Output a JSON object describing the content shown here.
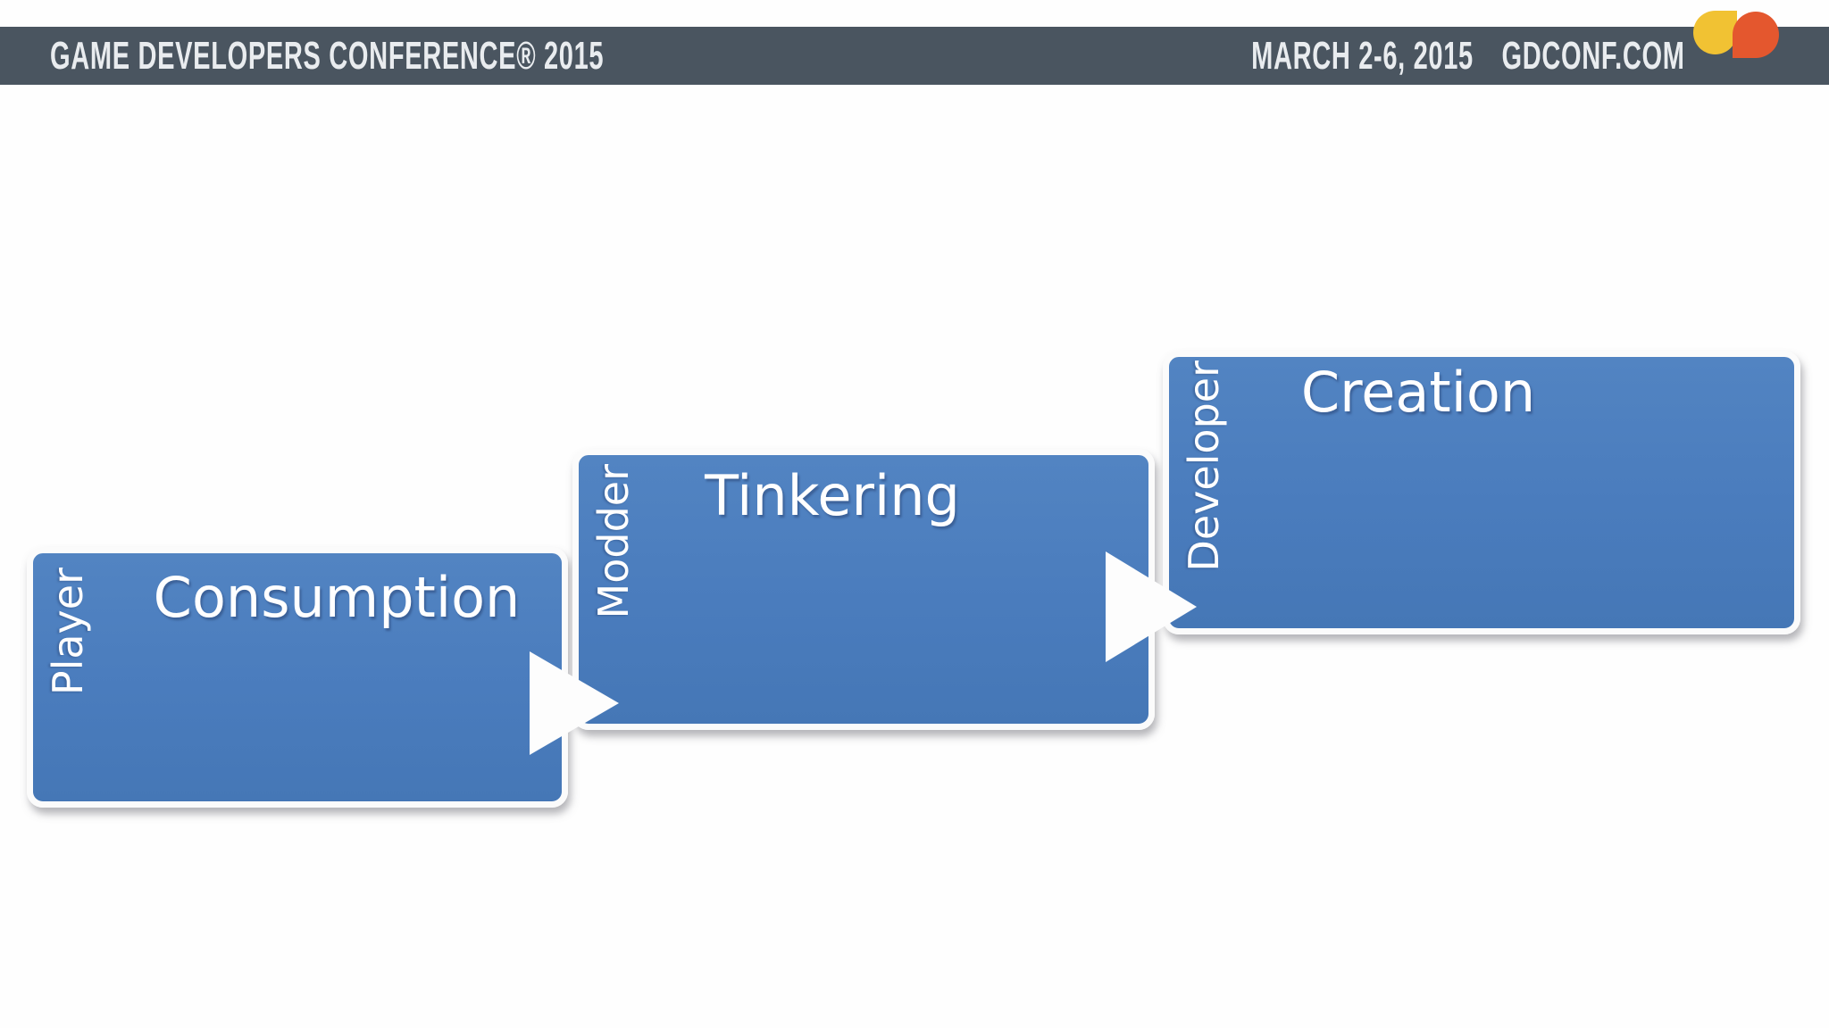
{
  "slide": {
    "header": {
      "brand": "GAME DEVELOPERS CONFERENCE® 2015",
      "dates": "MARCH 2-6, 2015",
      "site": "GDCONF.COM"
    },
    "diagram": {
      "type": "step-up-process",
      "steps": [
        {
          "role": "Player",
          "label": "Consumption"
        },
        {
          "role": "Modder",
          "label": "Tinkering"
        },
        {
          "role": "Developer",
          "label": "Creation"
        }
      ]
    },
    "colors": {
      "header_bar": "#4a5560",
      "step_blue": "#4a7cbd",
      "logo_yellow": "#f1c233",
      "logo_orange": "#e4572e",
      "background": "#fefefe"
    }
  }
}
